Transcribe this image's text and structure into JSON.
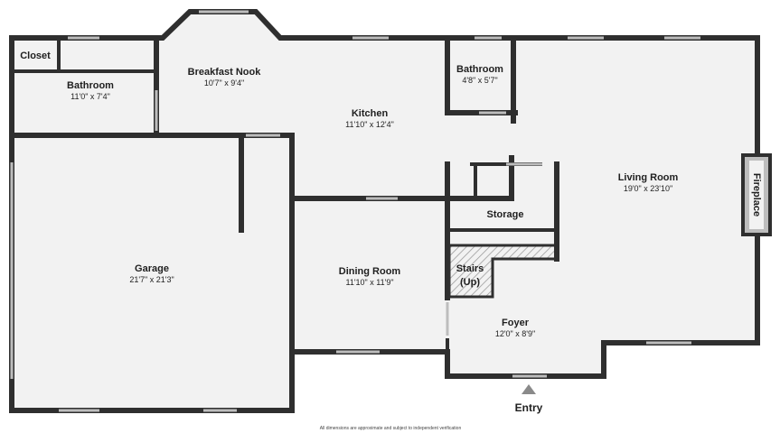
{
  "rooms": {
    "closet": {
      "name": "Closet"
    },
    "bathroom1": {
      "name": "Bathroom",
      "dims": "11'0\" x 7'4\""
    },
    "breakfast": {
      "name": "Breakfast Nook",
      "dims": "10'7\" x 9'4\""
    },
    "kitchen": {
      "name": "Kitchen",
      "dims": "11'10\" x 12'4\""
    },
    "bathroom2": {
      "name": "Bathroom",
      "dims": "4'8\" x 5'7\""
    },
    "living": {
      "name": "Living Room",
      "dims": "19'0\" x 23'10\""
    },
    "fireplace": {
      "name": "Fireplace"
    },
    "storage": {
      "name": "Storage"
    },
    "garage": {
      "name": "Garage",
      "dims": "21'7\" x 21'3\""
    },
    "dining": {
      "name": "Dining Room",
      "dims": "11'10\" x 11'9\""
    },
    "stairs": {
      "line1": "Stairs",
      "line2": "(Up)"
    },
    "foyer": {
      "name": "Foyer",
      "dims": "12'0\" x 8'9\""
    }
  },
  "entry": {
    "label": "Entry"
  },
  "footer": {
    "disclaimer": "All dimensions are approximate and subject to independent verification"
  },
  "colors": {
    "floor": "#f2f2f2",
    "wall": "#2f2f2f",
    "window": "#bdbdbd"
  }
}
